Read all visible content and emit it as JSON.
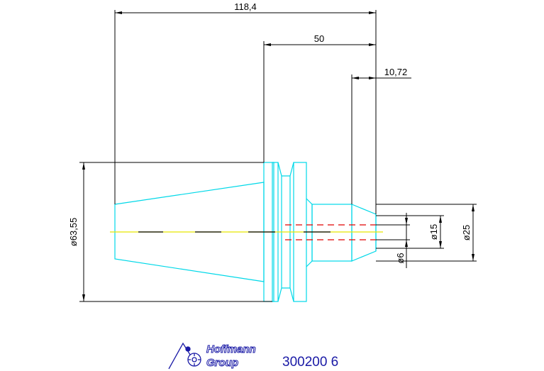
{
  "dimensions": {
    "overall_length": "118,4",
    "length_50": "50",
    "length_small": "10,72",
    "diameter_large": "ø63,55",
    "diameter_15": "ø15",
    "diameter_25": "ø25",
    "diameter_6": "ø6"
  },
  "logo": {
    "line1": "Hoffmann",
    "line2": "Group"
  },
  "part_number": "300200 6",
  "colors": {
    "outline": "#00d8e8",
    "dimension": "#000000",
    "centerline": "#e8e800",
    "hidden": "#e00000",
    "brand": "#1a1aa6"
  }
}
